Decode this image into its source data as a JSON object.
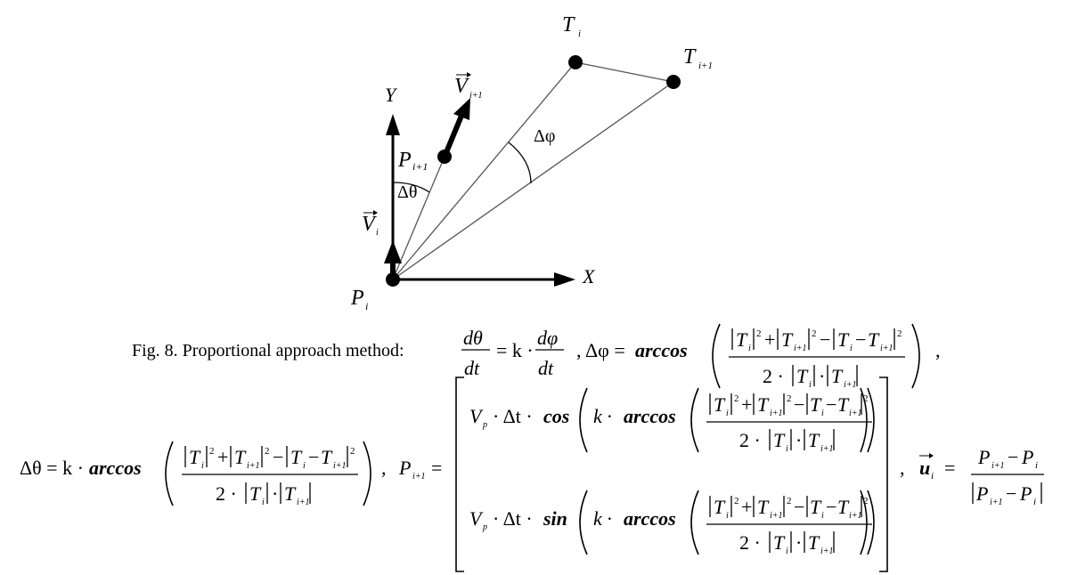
{
  "labels": {
    "T": "T",
    "i": "i",
    "i1": "i+1",
    "V": "V",
    "P": "P",
    "Y": "Y",
    "X": "X",
    "dphi": "Δφ",
    "dtheta": "Δθ"
  },
  "caption": {
    "prefix": "Fig. 8. Proportional approach method:",
    "d_theta": "dθ",
    "dt": "dt",
    "eq_k": "= k ·",
    "d_phi": "dφ",
    "comma": ",",
    "dphi_eq": "Δφ = ",
    "arccos": "arccos",
    "dtheta_eq": "Δθ = k ·",
    "P": "P",
    "eq": "=",
    "Vp": "V",
    "p": "p",
    "dt_times": "· Δt ·",
    "cos": "cos",
    "sin": "sin",
    "k_times": "k ·",
    "u": "u",
    "two": "2 ·",
    "dot": "·",
    "sq": "2",
    "plus": "+",
    "minus": "−"
  }
}
